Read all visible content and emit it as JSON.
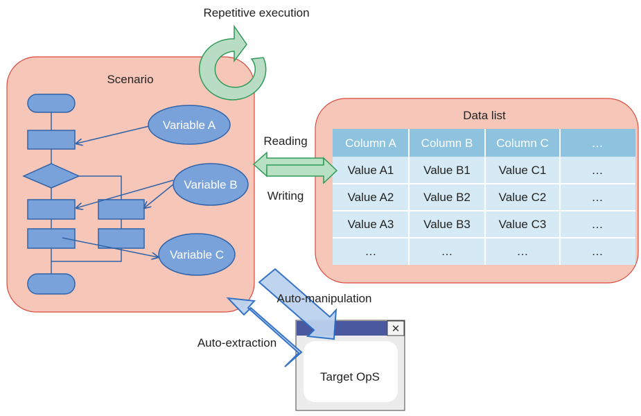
{
  "title": "Repetitive execution",
  "scenario": {
    "label": "Scenario",
    "variables": [
      "Variable A",
      "Variable B",
      "Variable C"
    ]
  },
  "data_list": {
    "label": "Data list",
    "columns": [
      "Column A",
      "Column B",
      "Column C",
      "…"
    ],
    "rows": [
      [
        "Value A1",
        "Value B1",
        "Value C1",
        "…"
      ],
      [
        "Value A2",
        "Value B2",
        "Value C2",
        "…"
      ],
      [
        "Value A3",
        "Value B3",
        "Value C3",
        "…"
      ],
      [
        "…",
        "…",
        "…",
        "…"
      ]
    ]
  },
  "io": {
    "reading": "Reading",
    "writing": "Writing"
  },
  "automation": {
    "manipulation": "Auto-manipulation",
    "extraction": "Auto-extraction"
  },
  "target": {
    "label": "Target OpS",
    "close_glyph": "✕"
  },
  "colors": {
    "scenario_fill": "#f6c6b8",
    "panel_border": "#d84a3c",
    "flow_fill": "#7aa2da",
    "flow_stroke": "#2f62a8",
    "table_header": "#8ec3e0",
    "table_row": "#d6eaf5",
    "rw_arrow_fill": "#b8e0c2",
    "rw_arrow_stroke": "#2f9a57",
    "auto_arrow_fill": "#bcd2ee",
    "auto_arrow_stroke": "#2a6cc4",
    "window_titlebar": "#4a58a0"
  }
}
